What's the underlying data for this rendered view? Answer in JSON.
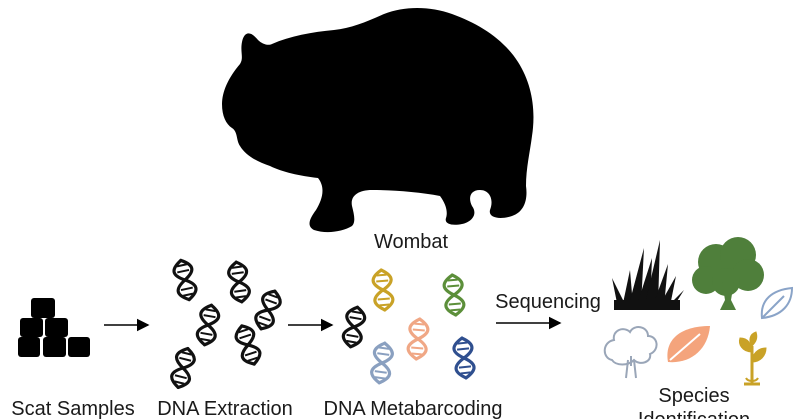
{
  "labels": {
    "wombat": "Wombat",
    "scat_samples": "Scat Samples",
    "dna_extraction": "DNA Extraction",
    "dna_metabarcoding": "DNA Metabarcoding",
    "sequencing": "Sequencing",
    "species_identification": "Species\nIdentification"
  },
  "colors": {
    "black": "#000000",
    "grass": "#111111",
    "tree": "#4f7f3b",
    "leaf_outline": "#8aa4c8",
    "tree_outline": "#9aa6b8",
    "leaf_orange": "#f4a47c",
    "sprout": "#c9a227",
    "dna_gold": "#c9a227",
    "dna_green": "#5c8f3a",
    "dna_salmon": "#f0a785",
    "dna_blue_grey": "#8aa0c0",
    "dna_navy": "#2f4f8f",
    "dna_black": "#111111"
  },
  "icons": {
    "wombat": "wombat-silhouette",
    "scat": "scat-pile-icon",
    "dna": "dna-helix-icon",
    "grass": "grass-icon",
    "tree": "tree-icon",
    "leaf": "leaf-icon",
    "sprout": "sprout-icon"
  }
}
